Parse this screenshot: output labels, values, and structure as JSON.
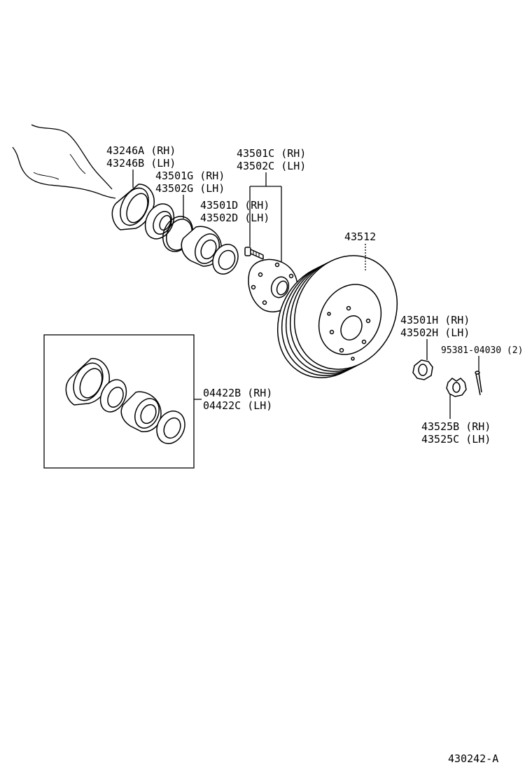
{
  "labels": {
    "dust_cover": [
      "43246A (RH)",
      "43246B (LH)"
    ],
    "snap_ring": [
      "43501G (RH)",
      "43502G (LH)"
    ],
    "hub_axle": [
      "43501C (RH)",
      "43502C (LH)"
    ],
    "hub_bolt": [
      "43501D (RH)",
      "43502D (LH)"
    ],
    "disc": "43512",
    "nut": [
      "43501H (RH)",
      "43502H (LH)"
    ],
    "cotter_pin": "95381-04030 (2)",
    "lock_cap": [
      "43525B (RH)",
      "43525C (LH)"
    ],
    "bearing_kit": [
      "04422B (RH)",
      "04422C (LH)"
    ],
    "diagram_id": "430242-A"
  }
}
